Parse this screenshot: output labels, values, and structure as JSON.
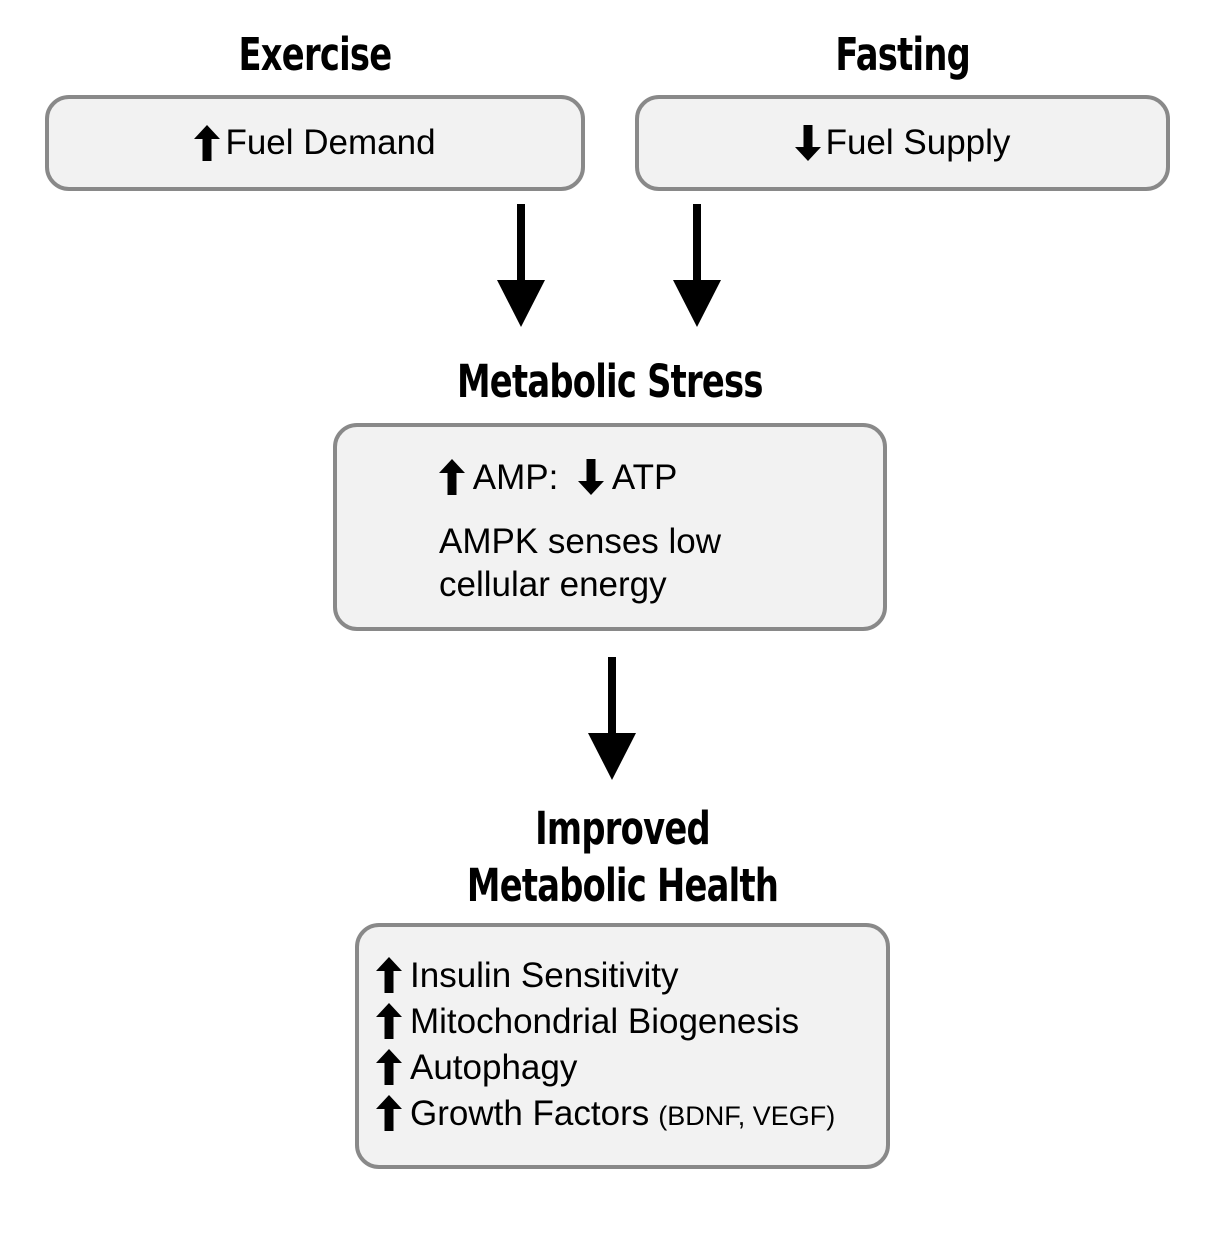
{
  "colors": {
    "background": "#ffffff",
    "box_fill": "#f2f2f2",
    "box_border": "#898989",
    "ink": "#000000"
  },
  "exercise_branch": {
    "heading": "Exercise",
    "box": {
      "icon": "up-arrow-icon",
      "label": "Fuel Demand"
    }
  },
  "fasting_branch": {
    "heading": "Fasting",
    "box": {
      "icon": "down-arrow-icon",
      "label": "Fuel Supply"
    }
  },
  "flow_arrows": [
    {
      "icon": "down-arrow-icon",
      "from": "Fuel Demand",
      "to": "Metabolic Stress"
    },
    {
      "icon": "down-arrow-icon",
      "from": "Fuel Supply",
      "to": "Metabolic Stress"
    },
    {
      "icon": "down-arrow-icon",
      "from": "Metabolic Stress",
      "to": "Improved Metabolic Health"
    }
  ],
  "metabolic_stress": {
    "heading": "Metabolic Stress",
    "box": {
      "ratio": {
        "up_icon": "up-arrow-icon",
        "up_label": "AMP:",
        "down_icon": "down-arrow-icon",
        "down_label": "ATP"
      },
      "description_line1": "AMPK senses low",
      "description_line2": "cellular energy"
    }
  },
  "improved_health": {
    "heading_line1": "Improved",
    "heading_line2": "Metabolic Health",
    "box": {
      "items": [
        {
          "icon": "up-arrow-icon",
          "label": "Insulin Sensitivity",
          "note": ""
        },
        {
          "icon": "up-arrow-icon",
          "label": "Mitochondrial Biogenesis",
          "note": ""
        },
        {
          "icon": "up-arrow-icon",
          "label": "Autophagy",
          "note": ""
        },
        {
          "icon": "up-arrow-icon",
          "label": "Growth Factors",
          "note": "(BDNF, VEGF)"
        }
      ]
    }
  }
}
